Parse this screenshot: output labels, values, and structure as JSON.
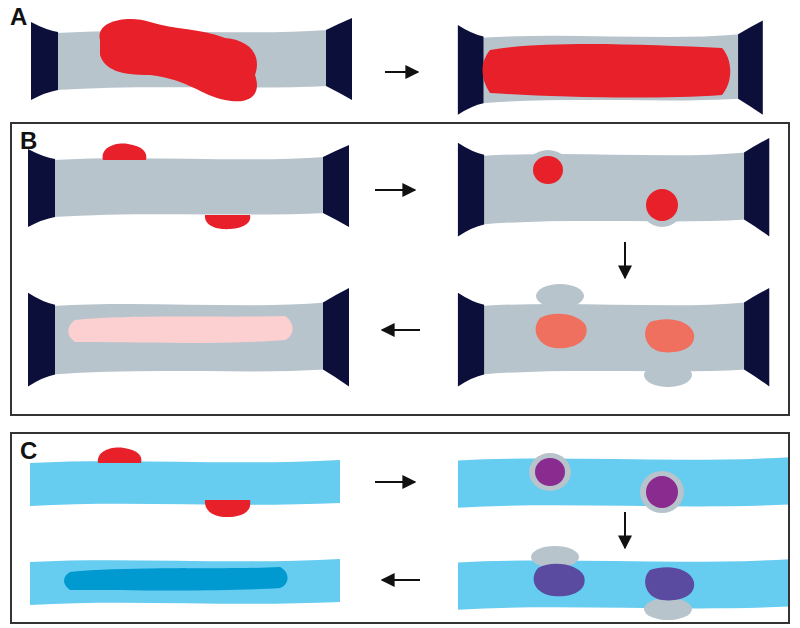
{
  "diagram": {
    "nodes": [
      {
        "text": [
          "B"
        ]
      },
      {
        "text": [
          "C"
        ]
      }
    ],
    "edges": [],
    "labels": [
      "A"
    ]
  }
}
